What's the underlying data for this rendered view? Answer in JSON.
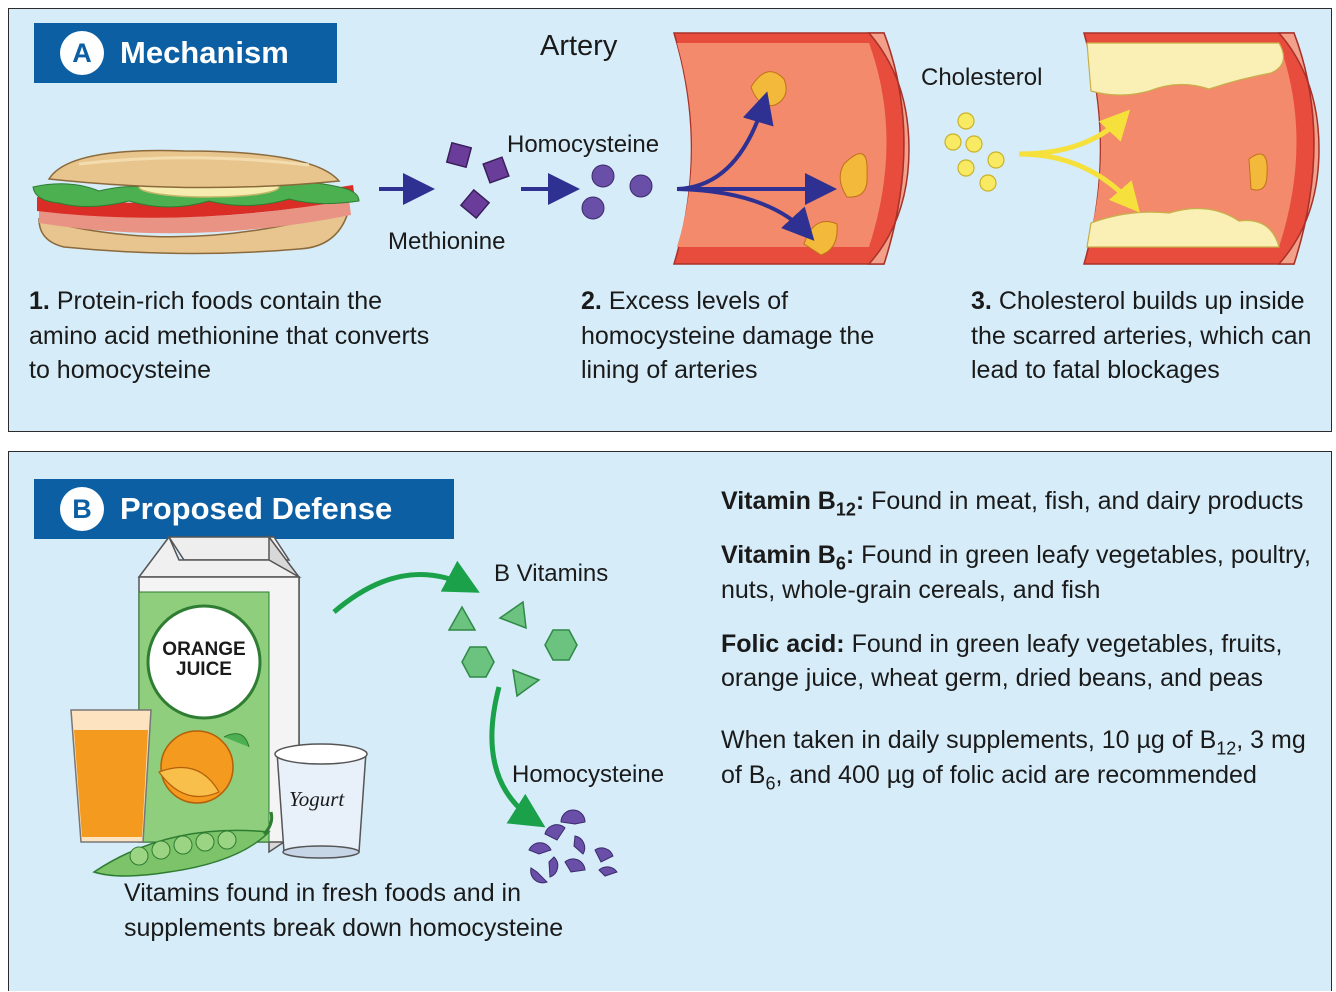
{
  "panel_a": {
    "letter": "A",
    "title": "Mechanism",
    "labels": {
      "artery": "Artery",
      "cholesterol": "Cholesterol",
      "homocysteine": "Homocysteine",
      "methionine": "Methionine"
    },
    "steps": [
      {
        "num": "1.",
        "text": "Protein-rich foods contain the amino acid methionine that converts to homocysteine"
      },
      {
        "num": "2.",
        "text": "Excess levels of homocysteine damage the lining of arteries"
      },
      {
        "num": "3.",
        "text": "Cholesterol builds up inside the scarred arteries, which can lead to fatal blockages"
      }
    ]
  },
  "panel_b": {
    "letter": "B",
    "title": "Proposed Defense",
    "labels": {
      "b_vitamins": "B Vitamins",
      "homocysteine": "Homocysteine",
      "carton_line1": "ORANGE",
      "carton_line2": "JUICE",
      "yogurt": "Yogurt"
    },
    "caption": "Vitamins found in fresh foods and in supplements break down homocysteine",
    "vitamins": [
      {
        "name": "Vitamin B",
        "sub": "12",
        "colon": ":",
        "text": " Found in meat, fish, and dairy products"
      },
      {
        "name": "Vitamin B",
        "sub": "6",
        "colon": ":",
        "text": " Found in green leafy vegetables, poultry, nuts, whole-grain cereals, and fish"
      },
      {
        "name": "Folic acid:",
        "sub": "",
        "colon": "",
        "text": " Found in green leafy vegetables, fruits, orange juice, wheat germ, dried beans, and peas"
      }
    ],
    "dose": {
      "t1": "When taken in daily supplements, 10 µg of B",
      "s1": "12",
      "t2": ", 3 mg of B",
      "s2": "6",
      "t3": ", and 400 µg of folic acid are recommended"
    }
  },
  "colors": {
    "header": "#0c5fa3",
    "panel_bg": "#d6ecf8",
    "arrow_blue": "#2e3192",
    "arrow_green": "#1aa14a",
    "artery": "#f07a60",
    "cholesterol": "#f6e03c"
  }
}
